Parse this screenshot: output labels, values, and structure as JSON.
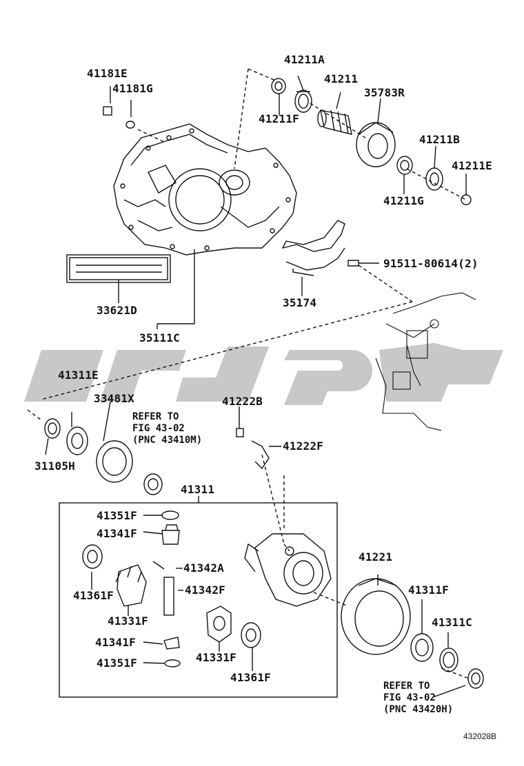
{
  "figure_id": "432028B",
  "callouts": {
    "p41181E": "41181E",
    "p41181G": "41181G",
    "p41211A": "41211A",
    "p41211": "41211",
    "p35783R": "35783R",
    "p41211F": "41211F",
    "p41211B": "41211B",
    "p41211E": "41211E",
    "p41211G": "41211G",
    "p91511": "91511-80614(2)",
    "p35174": "35174",
    "p33621D": "33621D",
    "p35111C": "35111C",
    "p41311E": "41311E",
    "p33481X": "33481X",
    "p41222B": "41222B",
    "p41222F": "41222F",
    "p31105H": "31105H",
    "p41311": "41311",
    "p41351F_a": "41351F",
    "p41341F_a": "41341F",
    "p41342A": "41342A",
    "p41361F_a": "41361F",
    "p41342F": "41342F",
    "p41331F_a": "41331F",
    "p41341F_b": "41341F",
    "p41351F_b": "41351F",
    "p41331F_b": "41331F",
    "p41361F_b": "41361F",
    "p41221": "41221",
    "p41311F": "41311F",
    "p41311C": "41311C"
  },
  "refer_upper": {
    "line1": "REFER TO",
    "line2": "FIG 43-02",
    "line3": "(PNC 43410M)"
  },
  "refer_lower": {
    "line1": "REFER TO",
    "line2": "FIG 43-02",
    "line3": "(PNC 43420H)"
  },
  "colors": {
    "ink": "#111111",
    "watermark": "#c8c8c8"
  }
}
